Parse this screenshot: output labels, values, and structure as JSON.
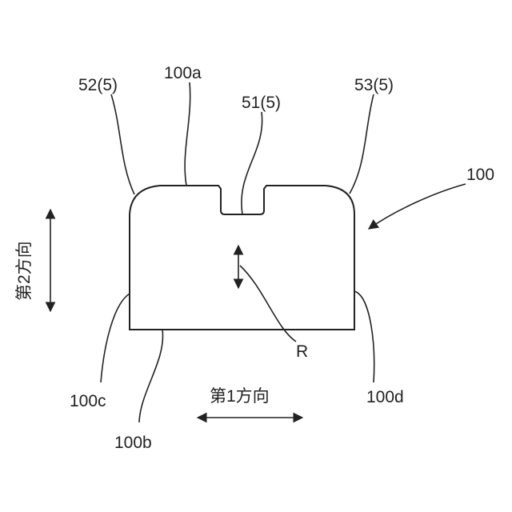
{
  "labels": {
    "body_ref": "100",
    "top_edge": "100a",
    "bottom_edge": "100b",
    "left_edge": "100c",
    "right_edge": "100d",
    "left_corner": "52(5)",
    "notch": "51(5)",
    "right_corner": "53(5)",
    "r_label": "R",
    "first_direction": "第1方向",
    "second_direction": "第2方向"
  },
  "colors": {
    "line": "#222222",
    "background": "#ffffff"
  }
}
